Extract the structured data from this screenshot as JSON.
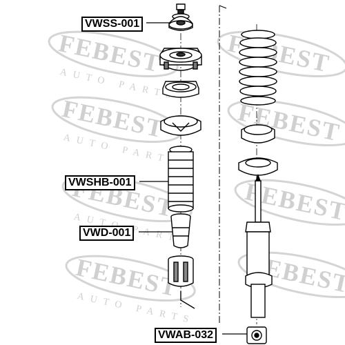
{
  "watermark": {
    "brand": "FEBEST",
    "tagline": "AUTO PARTS",
    "color": "#c9c9c9"
  },
  "labels": {
    "strut_mount": "VWSS-001",
    "boot": "VWSHB-001",
    "bump_stop": "VWD-001",
    "bushing": "VWAB-032"
  },
  "colors": {
    "line": "#000000",
    "part_fill": "#ffffff",
    "shade": "#555555"
  }
}
